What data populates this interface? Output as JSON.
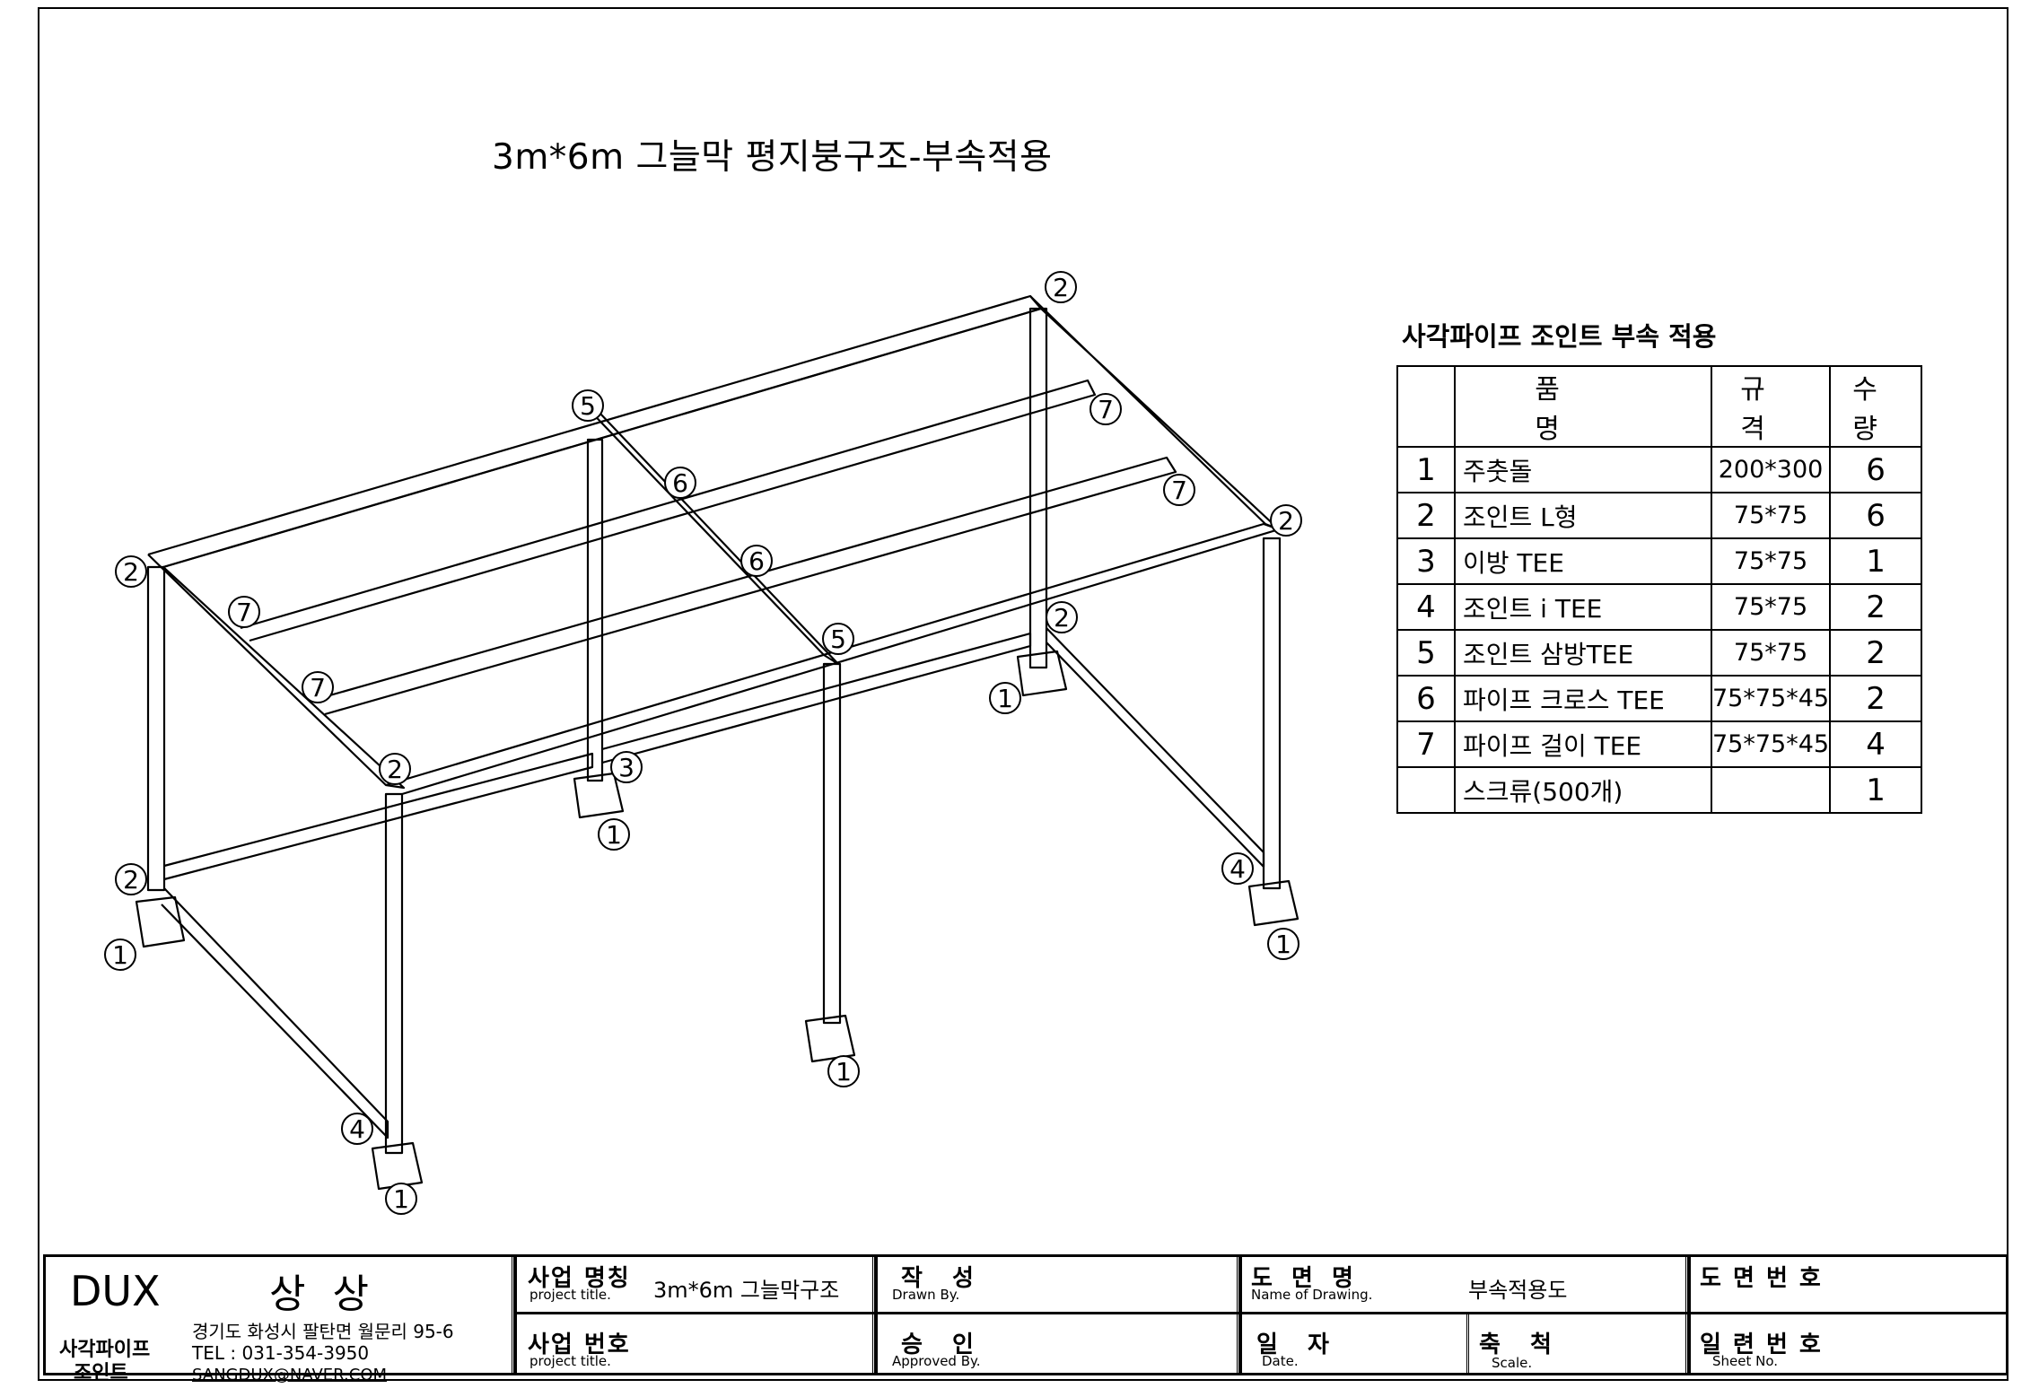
{
  "drawing_title": "3m*6m 그늘막 평지붕구조-부속적용",
  "bom": {
    "heading": "사각파이프 조인트 부속 적용",
    "headers": {
      "name": "품 명",
      "spec": "규 격",
      "qty": "수 량"
    },
    "rows": [
      {
        "no": "1",
        "name": "주춧돌",
        "spec": "200*300",
        "qty": "6"
      },
      {
        "no": "2",
        "name": "조인트 L형",
        "spec": "75*75",
        "qty": "6"
      },
      {
        "no": "3",
        "name": "이방 TEE",
        "spec": "75*75",
        "qty": "1"
      },
      {
        "no": "4",
        "name": "조인트 i TEE",
        "spec": "75*75",
        "qty": "2"
      },
      {
        "no": "5",
        "name": "조인트 삼방TEE",
        "spec": "75*75",
        "qty": "2"
      },
      {
        "no": "6",
        "name": "파이프 크로스 TEE",
        "spec": "75*75*45",
        "qty": "2"
      },
      {
        "no": "7",
        "name": "파이프 걸이 TEE",
        "spec": "75*75*45",
        "qty": "4"
      },
      {
        "no": "",
        "name": "스크류(500개)",
        "spec": "",
        "qty": "1"
      }
    ]
  },
  "callouts": [
    "1",
    "1",
    "1",
    "1",
    "1",
    "1",
    "2",
    "2",
    "2",
    "2",
    "2",
    "2",
    "3",
    "4",
    "4",
    "5",
    "5",
    "6",
    "6",
    "7",
    "7",
    "7",
    "7"
  ],
  "title_block": {
    "company": "DUX",
    "brand": "상 상",
    "product_line1": "사각파이프",
    "product_line2": "조인트",
    "address": "경기도 화성시 팔탄면 월문리 95-6",
    "tel": "TEL : 031-354-3950",
    "email": "SANGDUX@NAVER.COM",
    "project_title_label": "사업 명칭",
    "project_title_sub": "project title.",
    "project_title_value": "3m*6m 그늘막구조",
    "project_no_label": "사업 번호",
    "project_no_sub": "project title.",
    "drawn_label": "작 성",
    "drawn_sub": "Drawn By.",
    "approved_label": "승 인",
    "approved_sub": "Approved By.",
    "drawing_name_label": "도 면 명",
    "drawing_name_sub": "Name of Drawing.",
    "drawing_name_value": "부속적용도",
    "date_label": "일 자",
    "date_sub": "Date.",
    "scale_label": "축 척",
    "scale_sub": "Scale.",
    "drawing_no_label": "도 면 번 호",
    "sheet_no_label": "일 련 번 호",
    "sheet_no_sub": "Sheet No."
  }
}
